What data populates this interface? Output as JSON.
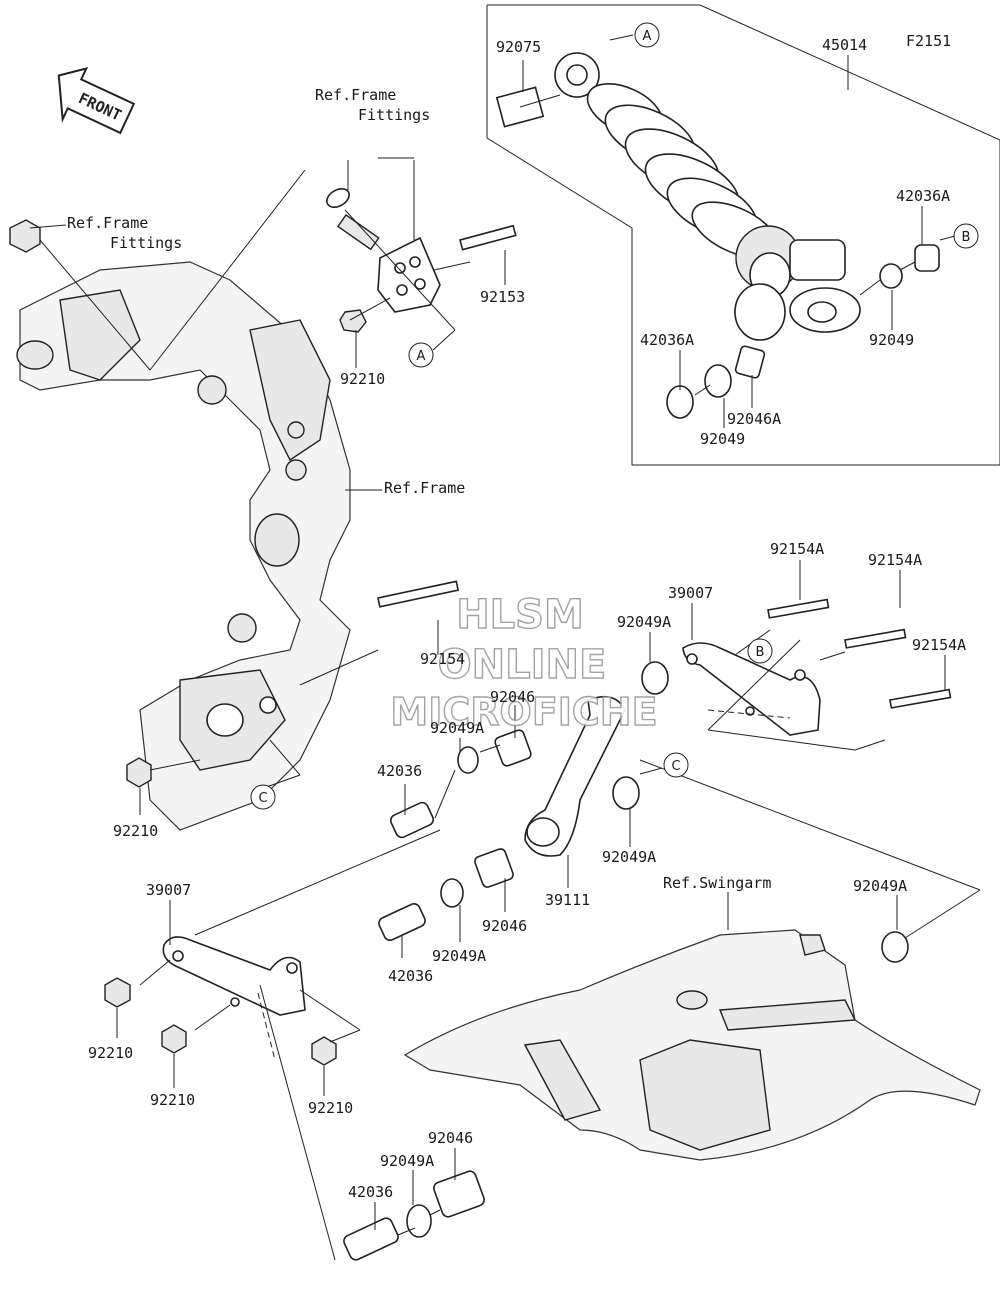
{
  "code": "F2151",
  "front_label": "FRONT",
  "watermark": {
    "line1": "HLSM",
    "line2": "ONLINE",
    "line3": "MICROFICHE"
  },
  "refs": {
    "frame_fittings_top_1": "Ref.Frame",
    "frame_fittings_top_2": "Fittings",
    "frame_fittings_left_1": "Ref.Frame",
    "frame_fittings_left_2": "Fittings",
    "frame": "Ref.Frame",
    "swingarm": "Ref.Swingarm"
  },
  "callouts": {
    "a": "A",
    "b": "B",
    "c": "C"
  },
  "parts": {
    "p92075": "92075",
    "p45014": "45014",
    "p42036A_top": "42036A",
    "p42036A_left": "42036A",
    "p92049_right": "92049",
    "p92049_bottom": "92049",
    "p92046A": "92046A",
    "p92153": "92153",
    "p92210_top": "92210",
    "p92154A_1": "92154A",
    "p92154A_2": "92154A",
    "p92154A_3": "92154A",
    "p39007_right": "39007",
    "p92049A_1": "92049A",
    "p92154": "92154",
    "p92046_1": "92046",
    "p92049A_2": "92049A",
    "p42036_1": "42036",
    "p92210_left": "92210",
    "p92049A_3": "92049A",
    "p39111": "39111",
    "p92046_2": "92046",
    "p92049A_4": "92049A",
    "p42036_2": "42036",
    "p39007_left": "39007",
    "p92049A_5": "92049A",
    "p92210_a": "92210",
    "p92210_b": "92210",
    "p92210_c": "92210",
    "p92046_3": "92046",
    "p92049A_6": "92049A",
    "p42036_3": "42036"
  }
}
